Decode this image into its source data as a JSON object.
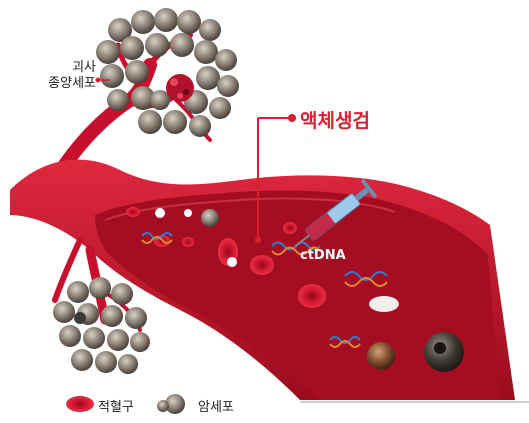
{
  "labels": {
    "necrotic_tumor_line1": "괴사",
    "necrotic_tumor_line2": "종양세포",
    "liquid_biopsy": "액체생검",
    "ctdna": "ctDNA"
  },
  "legend": {
    "rbc_label": "적혈구",
    "cancer_cell_label": "암세포"
  },
  "colors": {
    "vessel_red": "#c8102e",
    "vessel_dark": "#8e0a1c",
    "vessel_inner": "#a50d22",
    "accent": "#d9212e",
    "cell_gray": "#8d8278",
    "cell_dark": "#5c524a",
    "necrosis": "#b3122c",
    "dna_blue": "#2b7fd6",
    "dna_orange": "#e38b2c",
    "syringe_blue": "#9ec9e8"
  },
  "icons": {
    "rbc": "red-blood-cell-icon",
    "cancer": "cancer-cell-icon",
    "syringe": "syringe-icon",
    "dna": "dna-helix-icon"
  }
}
